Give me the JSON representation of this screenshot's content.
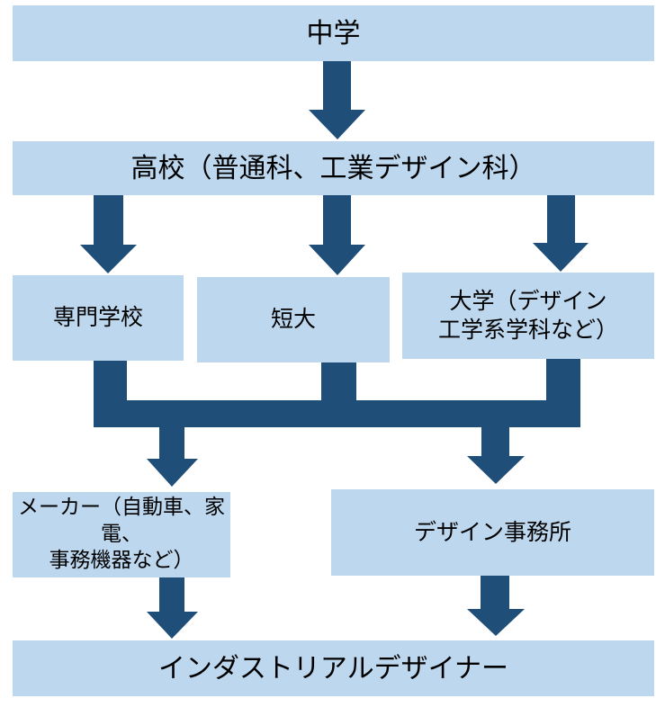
{
  "colors": {
    "box_fill": "#BDD7EE",
    "arrow_fill": "#1F4E79",
    "text": "#000000"
  },
  "nodes": {
    "junior_high": "中学",
    "high_school": "高校（普通科、工業デザイン科）",
    "vocational_school": "専門学校",
    "junior_college": "短大",
    "university": "大学（デザイン\n工学系学科など）",
    "manufacturer": "メーカー（自動車、家電、\n事務機器など）",
    "design_office": "デザイン事務所",
    "industrial_designer": "インダストリアルデザイナー"
  },
  "edges": [
    [
      "junior_high",
      "high_school"
    ],
    [
      "high_school",
      "vocational_school"
    ],
    [
      "high_school",
      "junior_college"
    ],
    [
      "high_school",
      "university"
    ],
    [
      "vocational_school",
      "manufacturer"
    ],
    [
      "vocational_school",
      "design_office"
    ],
    [
      "junior_college",
      "manufacturer"
    ],
    [
      "junior_college",
      "design_office"
    ],
    [
      "university",
      "manufacturer"
    ],
    [
      "university",
      "design_office"
    ],
    [
      "manufacturer",
      "industrial_designer"
    ],
    [
      "design_office",
      "industrial_designer"
    ]
  ]
}
